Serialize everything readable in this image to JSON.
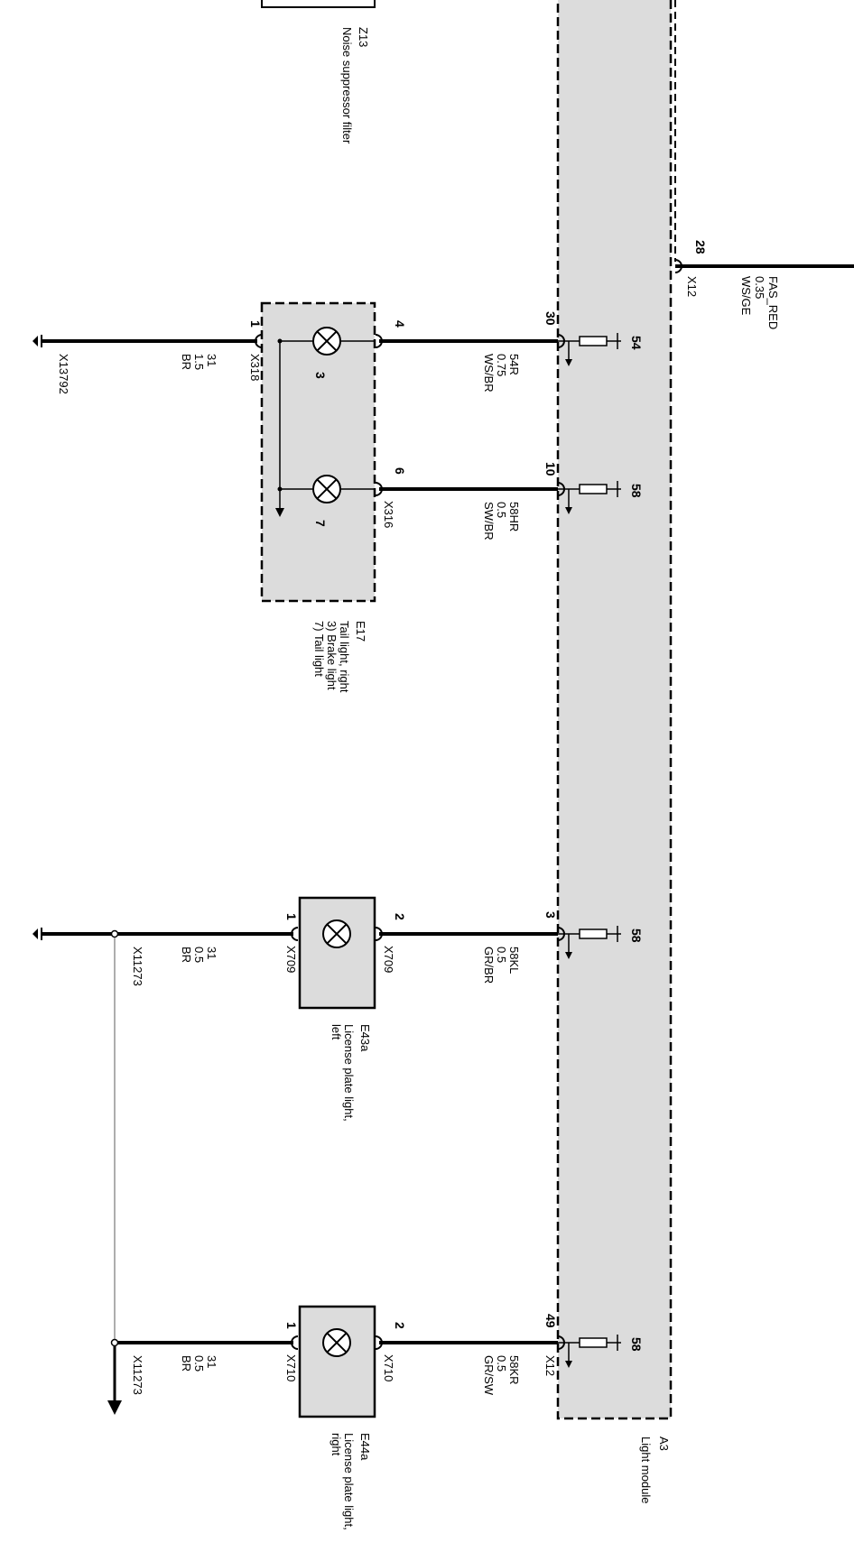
{
  "components": {
    "z13": {
      "id": "Z13",
      "desc": "Noise suppressor filter"
    },
    "a3": {
      "id": "A3",
      "desc": "Light module"
    },
    "e17": {
      "id": "E17",
      "desc1": "Tail light, right",
      "desc2": "3) Brake light",
      "desc3": "7) Tail light",
      "bulb_a": "3",
      "bulb_b": "7"
    },
    "e43a": {
      "id": "E43a",
      "desc1": "License plate light,",
      "desc2": "left"
    },
    "e44a": {
      "id": "E44a",
      "desc1": "License plate light,",
      "desc2": "right"
    }
  },
  "a3_pins": {
    "p28": {
      "pin": "28",
      "connector": "X12",
      "signal": "FAS_RED",
      "size": "0.35",
      "color": "WS/GE"
    },
    "p30": {
      "pin": "30",
      "int": "54"
    },
    "p10": {
      "pin": "10",
      "int": "58"
    },
    "p3": {
      "pin": "3",
      "int": "58"
    },
    "p49": {
      "pin": "49",
      "int": "58",
      "connector": "X12"
    }
  },
  "wires": {
    "w54r": {
      "signal": "54R",
      "size": "0.75",
      "color": "WS/BR"
    },
    "w58hr": {
      "signal": "58HR",
      "size": "0.5",
      "color": "SW/BR"
    },
    "w58kl": {
      "signal": "58KL",
      "size": "0.5",
      "color": "GR/BR"
    },
    "w58kr": {
      "signal": "58KR",
      "size": "0.5",
      "color": "GR/SW"
    },
    "g1": {
      "signal": "31",
      "size": "1.5",
      "color": "BR",
      "ground": "X13792"
    },
    "g2": {
      "signal": "31",
      "size": "0.5",
      "color": "BR",
      "ground": "X11273"
    },
    "g3": {
      "signal": "31",
      "size": "0.5",
      "color": "BR",
      "ground": "X11273"
    }
  },
  "pins": {
    "e17_4": "4",
    "e17_6": "6",
    "e17_1": "1",
    "x316": "X316",
    "x318": "X318",
    "e43_2": "2",
    "e43_1": "1",
    "x709a": "X709",
    "x709b": "X709",
    "e44_2": "2",
    "e44_1": "1",
    "x710a": "X710",
    "x710b": "X710"
  }
}
